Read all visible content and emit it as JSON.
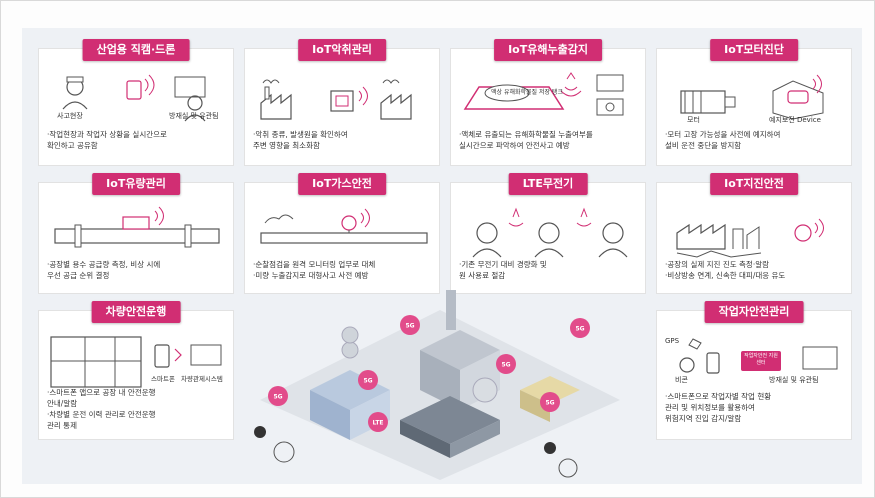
{
  "colors": {
    "accent": "#d12e73",
    "line": "#555555",
    "pink": "#e24c8b"
  },
  "cards": [
    {
      "title": "산업용 직캠·드론",
      "labels": [
        "사고현장",
        "방재실 및 유관팀"
      ],
      "desc": [
        "·작업현장과 작업자 상황을 실시간으로",
        "확인하고 공유함"
      ]
    },
    {
      "title": "IoT악취관리",
      "labels": [],
      "desc": [
        "·악취 종류, 발생원을 확인하여",
        "주변 영향을 최소화함"
      ]
    },
    {
      "title": "IoT유해누출감지",
      "labels": [
        "액상 유해화학물질 저장 탱크"
      ],
      "desc": [
        "·액체로 유출되는 유해화학물질 누출여부를",
        "실시간으로 파악하여 안전사고 예방"
      ]
    },
    {
      "title": "IoT모터진단",
      "labels": [
        "모터",
        "예지보전 Device"
      ],
      "desc": [
        "·모터 고장 가능성을 사전에 예지하여",
        "설비 운전 중단을 방지함"
      ]
    },
    {
      "title": "IoT유량관리",
      "labels": [],
      "desc": [
        "·공장별 용수 공급량 측정, 비상 시에",
        "우선 공급 순위 결정"
      ]
    },
    {
      "title": "IoT가스안전",
      "labels": [],
      "desc": [
        "·순찰점검을 원격 모니터링 업무로 대체",
        "·미량 누출감지로 대형사고 사전 예방"
      ]
    },
    {
      "title": "LTE무전기",
      "labels": [],
      "desc": [
        "·기존 무전기 대비 경량화 및",
        "원 사용료 절감"
      ]
    },
    {
      "title": "IoT지진안전",
      "labels": [],
      "desc": [
        "·공장의 실제 지진 진도 측정·알람",
        "·비상방송 연계, 신속한 대피/대응 유도"
      ]
    },
    {
      "title": "차량안전운행",
      "labels": [
        "스마트폰",
        "차량관제시스템"
      ],
      "desc": [
        "·스마트폰 앱으로 공장 내 안전운행",
        "안내/알람",
        "·차량별 운전 이력 관리로 안전운행",
        "관리 통제"
      ]
    },
    {
      "title": "작업자안전관리",
      "labels": [
        "GPS",
        "비콘",
        "작업자안전 지원센터",
        "방재실 및 유관팀"
      ],
      "desc": [
        "·스마트폰으로 작업자별 작업 현황",
        "관리 및 위치정보를 활용하여",
        "위험지역 진입 감지/알람"
      ]
    }
  ],
  "scene": {
    "badges": [
      "5G",
      "5G",
      "5G",
      "5G",
      "5G",
      "5G",
      "LTE"
    ]
  }
}
